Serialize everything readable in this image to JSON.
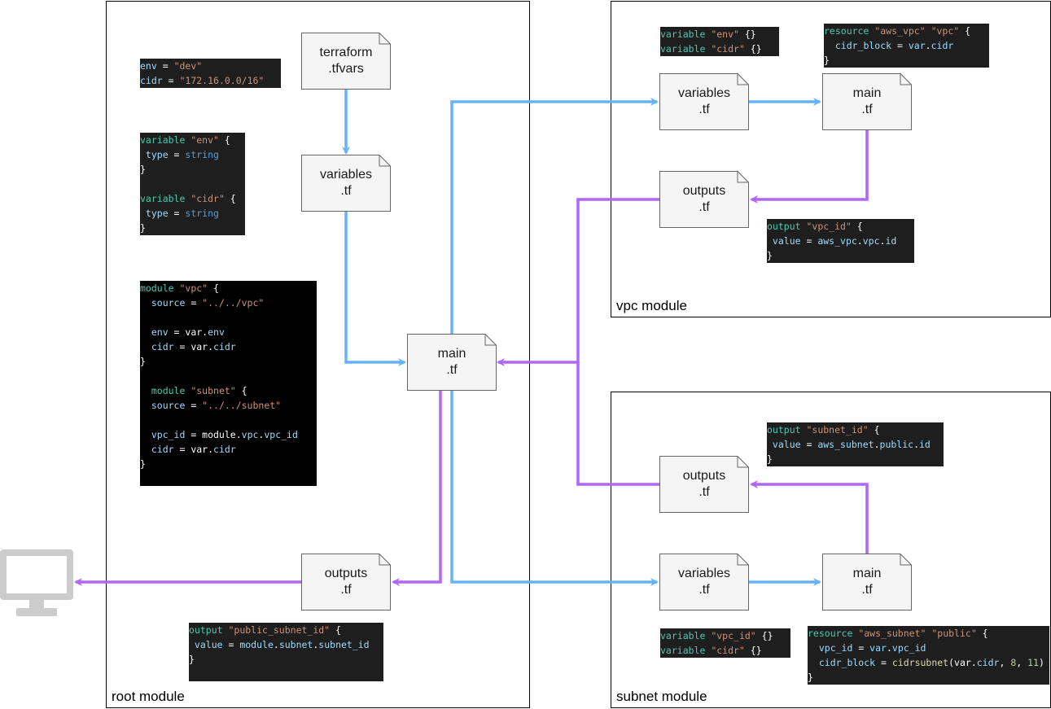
{
  "modules": {
    "root": {
      "label": "root module"
    },
    "vpc": {
      "label": "vpc module"
    },
    "subnet": {
      "label": "subnet module"
    }
  },
  "files": {
    "root_tfvars": [
      "terraform",
      ".tfvars"
    ],
    "root_variables": [
      "variables",
      ".tf"
    ],
    "root_main": [
      "main",
      ".tf"
    ],
    "root_outputs": [
      "outputs",
      ".tf"
    ],
    "vpc_variables": [
      "variables",
      ".tf"
    ],
    "vpc_main": [
      "main",
      ".tf"
    ],
    "vpc_outputs": [
      "outputs",
      ".tf"
    ],
    "subnet_outputs": [
      "outputs",
      ".tf"
    ],
    "subnet_variables": [
      "variables",
      ".tf"
    ],
    "subnet_main": [
      "main",
      ".tf"
    ]
  },
  "snippets": {
    "tfvars": [
      [
        [
          "vr",
          "env"
        ],
        [
          "pl",
          " = "
        ],
        [
          "st",
          "\"dev\""
        ]
      ],
      [
        [
          "vr",
          "cidr"
        ],
        [
          "pl",
          " = "
        ],
        [
          "st",
          "\"172.16.0.0/16\""
        ]
      ]
    ],
    "root_variables": [
      [
        [
          "kw",
          "variable"
        ],
        [
          "pl",
          " "
        ],
        [
          "st",
          "\"env\""
        ],
        [
          "pl",
          " {"
        ]
      ],
      [
        [
          "vr",
          " type"
        ],
        [
          "pl",
          " = "
        ],
        [
          "ty",
          "string"
        ]
      ],
      [
        [
          "pl",
          "}"
        ]
      ],
      [
        [
          "pl",
          ""
        ]
      ],
      [
        [
          "kw",
          "variable"
        ],
        [
          "pl",
          " "
        ],
        [
          "st",
          "\"cidr\""
        ],
        [
          "pl",
          " {"
        ]
      ],
      [
        [
          "vr",
          " type"
        ],
        [
          "pl",
          " = "
        ],
        [
          "ty",
          "string"
        ]
      ],
      [
        [
          "pl",
          "}"
        ]
      ]
    ],
    "root_main": [
      [
        [
          "kw",
          "module"
        ],
        [
          "pl",
          " "
        ],
        [
          "st",
          "\"vpc\""
        ],
        [
          "pl",
          " {"
        ]
      ],
      [
        [
          "vr",
          "  source"
        ],
        [
          "pl",
          " = "
        ],
        [
          "st",
          "\"../../vpc\""
        ]
      ],
      [
        [
          "pl",
          ""
        ]
      ],
      [
        [
          "vr",
          "  env"
        ],
        [
          "pl",
          " = var."
        ],
        [
          "vr",
          "env"
        ]
      ],
      [
        [
          "vr",
          "  cidr"
        ],
        [
          "pl",
          " = var."
        ],
        [
          "vr",
          "cidr"
        ]
      ],
      [
        [
          "pl",
          "}"
        ]
      ],
      [
        [
          "pl",
          ""
        ]
      ],
      [
        [
          "kw",
          "  module"
        ],
        [
          "pl",
          " "
        ],
        [
          "st",
          "\"subnet\""
        ],
        [
          "pl",
          " {"
        ]
      ],
      [
        [
          "vr",
          "  source"
        ],
        [
          "pl",
          " = "
        ],
        [
          "st",
          "\"../../subnet\""
        ]
      ],
      [
        [
          "pl",
          ""
        ]
      ],
      [
        [
          "vr",
          "  vpc_id"
        ],
        [
          "pl",
          " = module."
        ],
        [
          "vr",
          "vpc"
        ],
        [
          "pl",
          "."
        ],
        [
          "vr",
          "vpc_id"
        ]
      ],
      [
        [
          "vr",
          "  cidr"
        ],
        [
          "pl",
          " = var."
        ],
        [
          "vr",
          "cidr"
        ]
      ],
      [
        [
          "pl",
          "}"
        ]
      ]
    ],
    "root_outputs": [
      [
        [
          "kw",
          "output"
        ],
        [
          "pl",
          " "
        ],
        [
          "st",
          "\"public_subnet_id\""
        ],
        [
          "pl",
          " {"
        ]
      ],
      [
        [
          "vr",
          " value"
        ],
        [
          "pl",
          " = "
        ],
        [
          "vr",
          "module"
        ],
        [
          "pl",
          "."
        ],
        [
          "vr",
          "subnet"
        ],
        [
          "pl",
          "."
        ],
        [
          "vr",
          "subnet_id"
        ]
      ],
      [
        [
          "pl",
          "}"
        ]
      ]
    ],
    "vpc_variables": [
      [
        [
          "kw",
          "variable"
        ],
        [
          "pl",
          " "
        ],
        [
          "st",
          "\"env\""
        ],
        [
          "pl",
          " {}"
        ]
      ],
      [
        [
          "kw",
          "variable"
        ],
        [
          "pl",
          " "
        ],
        [
          "st",
          "\"cidr\""
        ],
        [
          "pl",
          " {}"
        ]
      ]
    ],
    "vpc_main": [
      [
        [
          "kw",
          "resource"
        ],
        [
          "pl",
          " "
        ],
        [
          "st",
          "\"aws_vpc\""
        ],
        [
          "pl",
          " "
        ],
        [
          "st",
          "\"vpc\""
        ],
        [
          "pl",
          " {"
        ]
      ],
      [
        [
          "vr",
          "  cidr_block"
        ],
        [
          "pl",
          " = "
        ],
        [
          "vr",
          "var"
        ],
        [
          "pl",
          "."
        ],
        [
          "vr",
          "cidr"
        ]
      ],
      [
        [
          "pl",
          "}"
        ]
      ]
    ],
    "vpc_outputs": [
      [
        [
          "kw",
          "output"
        ],
        [
          "pl",
          " "
        ],
        [
          "st",
          "\"vpc_id\""
        ],
        [
          "pl",
          " {"
        ]
      ],
      [
        [
          "vr",
          " value"
        ],
        [
          "pl",
          " = "
        ],
        [
          "vr",
          "aws_vpc"
        ],
        [
          "pl",
          "."
        ],
        [
          "vr",
          "vpc"
        ],
        [
          "pl",
          "."
        ],
        [
          "vr",
          "id"
        ]
      ],
      [
        [
          "pl",
          "}"
        ]
      ]
    ],
    "subnet_outputs": [
      [
        [
          "kw",
          "output"
        ],
        [
          "pl",
          " "
        ],
        [
          "st",
          "\"subnet_id\""
        ],
        [
          "pl",
          " {"
        ]
      ],
      [
        [
          "vr",
          " value"
        ],
        [
          "pl",
          " = "
        ],
        [
          "vr",
          "aws_subnet"
        ],
        [
          "pl",
          "."
        ],
        [
          "vr",
          "public"
        ],
        [
          "pl",
          "."
        ],
        [
          "vr",
          "id"
        ]
      ],
      [
        [
          "pl",
          "}"
        ]
      ]
    ],
    "subnet_variables": [
      [
        [
          "kw",
          "variable"
        ],
        [
          "pl",
          " "
        ],
        [
          "st",
          "\"vpc_id\""
        ],
        [
          "pl",
          " {}"
        ]
      ],
      [
        [
          "kw",
          "variable"
        ],
        [
          "pl",
          " "
        ],
        [
          "st",
          "\"cidr\""
        ],
        [
          "pl",
          " {}"
        ]
      ]
    ],
    "subnet_main": [
      [
        [
          "kw",
          "resource"
        ],
        [
          "pl",
          " "
        ],
        [
          "st",
          "\"aws_subnet\""
        ],
        [
          "pl",
          " "
        ],
        [
          "st",
          "\"public\""
        ],
        [
          "pl",
          " {"
        ]
      ],
      [
        [
          "vr",
          "  vpc_id"
        ],
        [
          "pl",
          " = "
        ],
        [
          "vr",
          "var"
        ],
        [
          "pl",
          "."
        ],
        [
          "vr",
          "vpc_id"
        ]
      ],
      [
        [
          "vr",
          "  cidr_block"
        ],
        [
          "pl",
          " = "
        ],
        [
          "fn",
          "cidrsubnet"
        ],
        [
          "pl",
          "(var."
        ],
        [
          "vr",
          "cidr"
        ],
        [
          "pl",
          ", "
        ],
        [
          "nm",
          "8"
        ],
        [
          "pl",
          ", "
        ],
        [
          "nm",
          "11"
        ],
        [
          "pl",
          ")"
        ]
      ],
      [
        [
          "pl",
          "}"
        ]
      ]
    ]
  },
  "colors": {
    "input_flow": "#66b2ff",
    "output_flow": "#b266ff",
    "file_fill": "#f5f5f5",
    "file_stroke": "#666666",
    "monitor": "#cccccc"
  },
  "icons": {
    "terminal": "monitor-icon"
  }
}
